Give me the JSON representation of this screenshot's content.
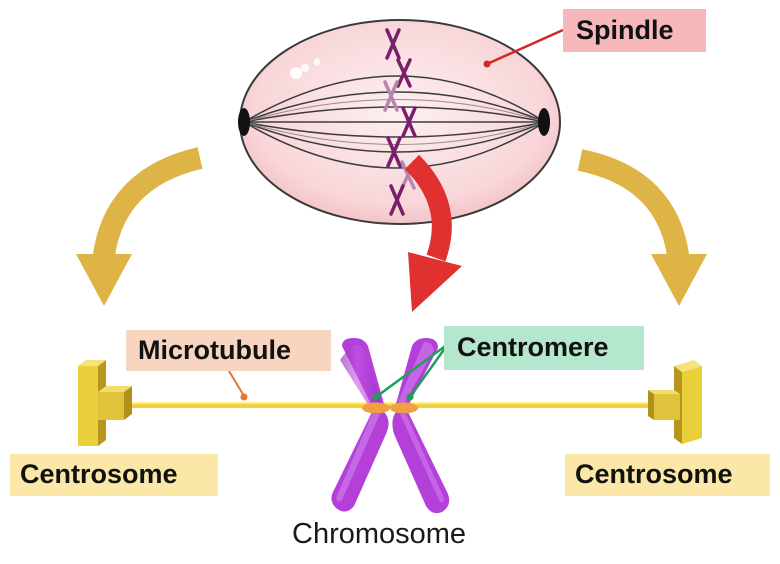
{
  "labels": {
    "spindle": "Spindle",
    "microtubule": "Microtubule",
    "centromere": "Centromere",
    "centrosome_left": "Centrosome",
    "centrosome_right": "Centrosome",
    "chromosome": "Chromosome"
  },
  "colors": {
    "spindle_fill": "#f9d7da",
    "spindle_label_bg": "#f6b8bb",
    "microtubule_label_bg": "#f8d5c1",
    "centromere_label_bg": "#b4e7cd",
    "centrosome_label_bg": "#fbe7a8",
    "chromosome_purple": "#b43fd9",
    "centrosome_gold": "#e0c23c",
    "microtubule_yellow": "#f1d03f",
    "arrow_gold": "#ddb445",
    "arrow_red": "#e03030",
    "leader_red": "#d42828",
    "leader_green": "#1e9e5a",
    "leader_orange": "#e07a2a"
  }
}
